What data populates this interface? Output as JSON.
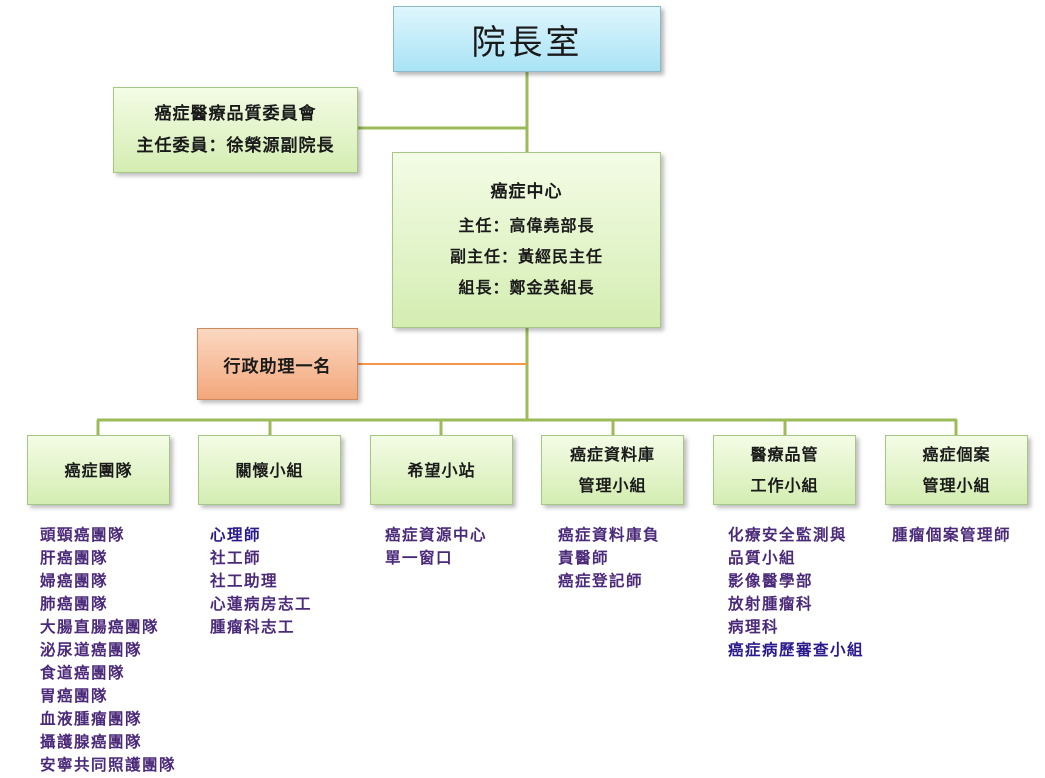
{
  "org_chart": {
    "president": {
      "title": "院長室"
    },
    "quality_committee": {
      "title": "癌症醫療品質委員會",
      "chair": "主任委員：徐榮源副院長"
    },
    "cancer_center": {
      "title": "癌症中心",
      "director": "主任：高偉堯部長",
      "deputy_director": "副主任：黃經民主任",
      "team_leader": "組長：鄭金英組長"
    },
    "admin_assistant": {
      "title": "行政助理一名"
    },
    "units": [
      {
        "title_lines": [
          "癌症團隊"
        ],
        "members": [
          "頭頸癌團隊",
          "肝癌團隊",
          "婦癌團隊",
          "肺癌團隊",
          "大腸直腸癌團隊",
          "泌尿道癌團隊",
          "食道癌團隊",
          "胃癌團隊",
          "血液腫瘤團隊",
          "攝護腺癌團隊",
          "安寧共同照護團隊"
        ]
      },
      {
        "title_lines": [
          "關懷小組"
        ],
        "members": [
          "心理師",
          "社工師",
          "社工助理",
          "心蓮病房志工",
          "腫瘤科志工"
        ]
      },
      {
        "title_lines": [
          "希望小站"
        ],
        "members": [
          "癌症資源中心",
          "單一窗口"
        ]
      },
      {
        "title_lines": [
          "癌症資料庫",
          "管理小組"
        ],
        "members": [
          "癌症資料庫負",
          "責醫師",
          "癌症登記師"
        ]
      },
      {
        "title_lines": [
          "醫療品管",
          "工作小組"
        ],
        "members": [
          "化療安全監測與",
          "品質小組",
          "影像醫學部",
          "放射腫瘤科",
          "病理科",
          "癌症病歷審查小組"
        ]
      },
      {
        "title_lines": [
          "癌症個案",
          "管理小組"
        ],
        "members": [
          "腫瘤個案管理師"
        ]
      }
    ]
  },
  "colors": {
    "connector_green": "#9bbb59",
    "connector_orange": "#f79646",
    "member_text": "#4b2a7a",
    "member_text_highlight": "#2a1a8c"
  }
}
